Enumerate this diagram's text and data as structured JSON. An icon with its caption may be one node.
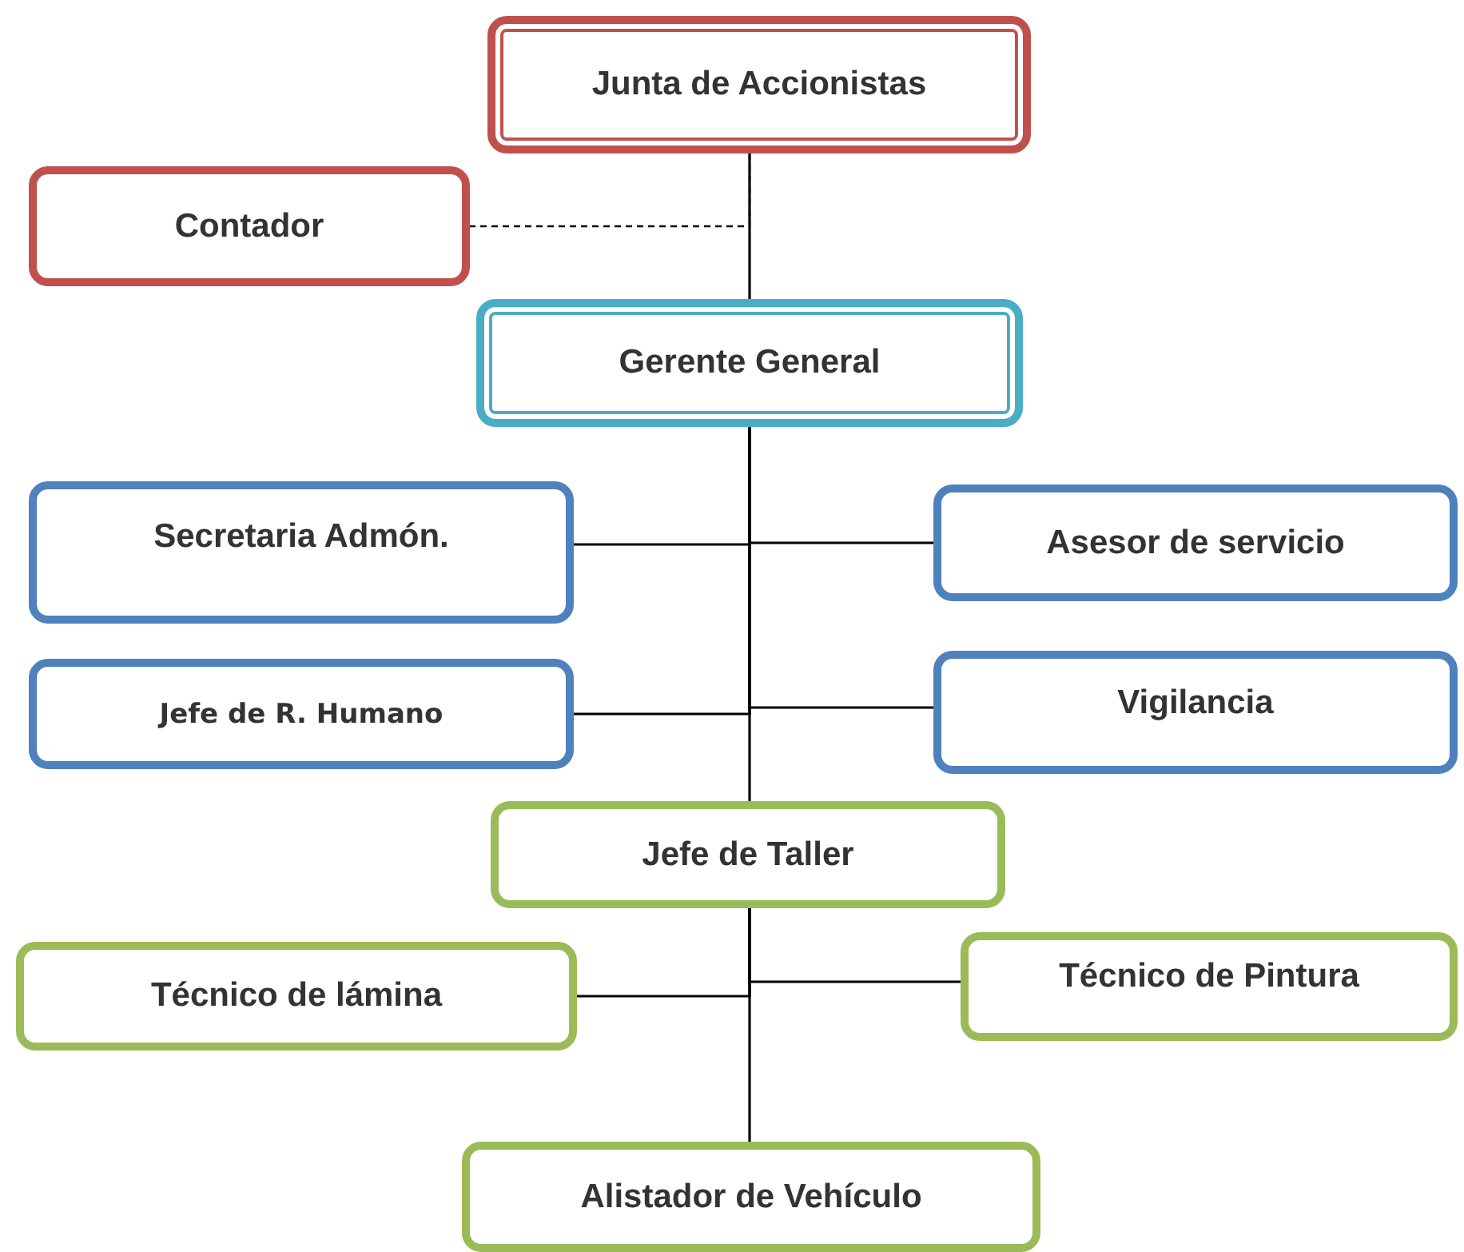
{
  "diagram": {
    "nodes": [
      {
        "text": [
          "Junta de Accionistas"
        ]
      },
      {
        "text": [
          "Contador"
        ]
      },
      {
        "text": [
          "Gerente General"
        ]
      },
      {
        "text": [
          "Secretaria Admón."
        ]
      },
      {
        "text": [
          "Asesor de servicio"
        ]
      },
      {
        "text": [
          "Jefe de R. Humano"
        ]
      },
      {
        "text": [
          "Vigilancia"
        ]
      },
      {
        "text": [
          "Jefe de Taller"
        ]
      },
      {
        "text": [
          "Técnico de lámina"
        ]
      },
      {
        "text": [
          "Técnico de Pintura"
        ]
      },
      {
        "text": [
          "Alistador de Vehículo"
        ]
      }
    ],
    "edges": [
      {
        "from": 0,
        "to": 2,
        "arrow": "none"
      },
      {
        "from": 0,
        "to": 1,
        "arrow": "none",
        "style": "dashed"
      },
      {
        "from": 2,
        "to": 3,
        "arrow": "none"
      },
      {
        "from": 2,
        "to": 4,
        "arrow": "none"
      },
      {
        "from": 2,
        "to": 5,
        "arrow": "none"
      },
      {
        "from": 2,
        "to": 6,
        "arrow": "none"
      },
      {
        "from": 2,
        "to": 7,
        "arrow": "none"
      },
      {
        "from": 7,
        "to": 8,
        "arrow": "none"
      },
      {
        "from": 7,
        "to": 9,
        "arrow": "none"
      },
      {
        "from": 7,
        "to": 10,
        "arrow": "none"
      }
    ]
  }
}
